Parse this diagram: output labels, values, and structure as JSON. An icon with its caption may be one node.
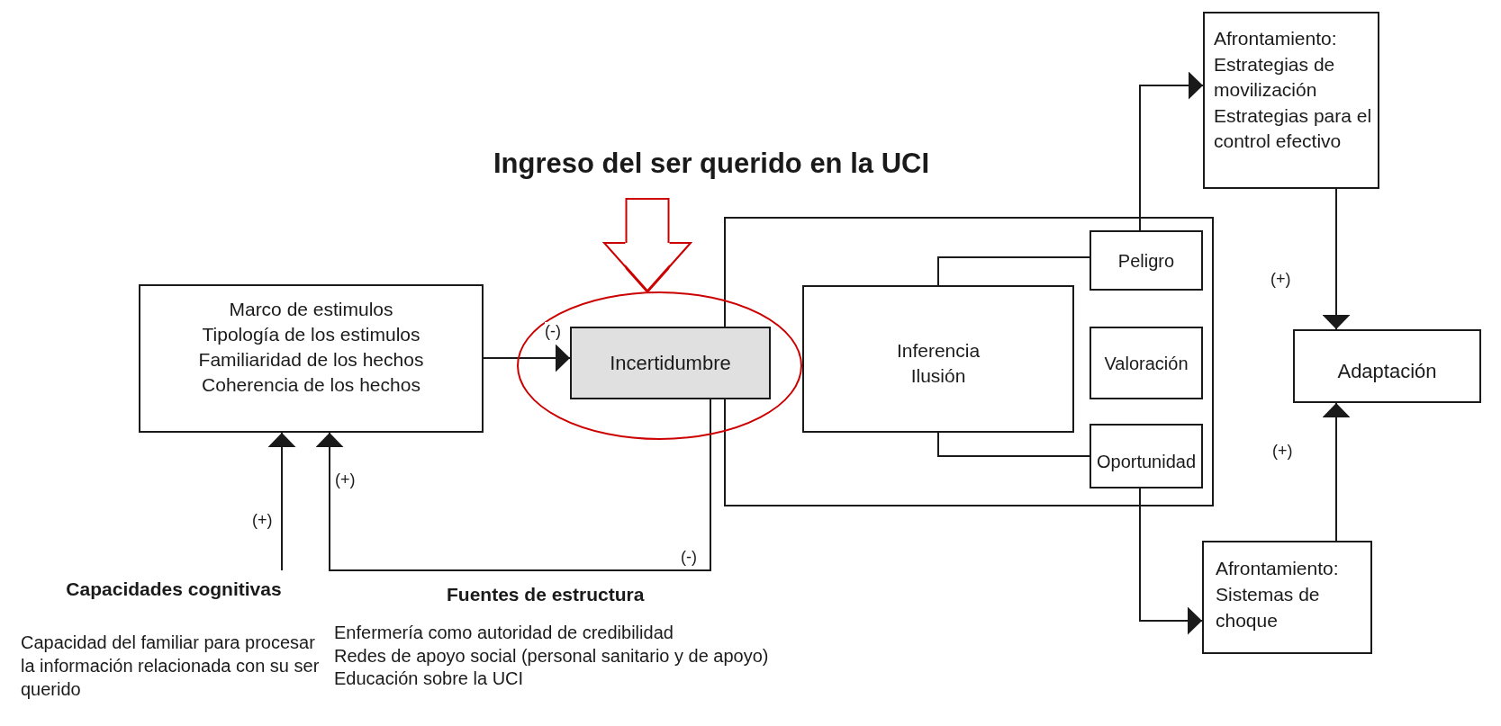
{
  "diagram": {
    "nodes": [
      {
        "text": [
          "Ingreso del ser querido en la UCI"
        ]
      },
      {
        "text": [
          "Marco de estimulos",
          "Tipología de los estimulos",
          "Familiaridad de los hechos",
          "Coherencia de los hechos"
        ]
      },
      {
        "text": [],
        "shape": "ellipse"
      },
      {
        "text": [
          "Incertidumbre"
        ],
        "in": 2
      },
      {
        "text": [],
        "shape": "box"
      },
      {
        "text": [
          "Inferencia",
          "Ilusión"
        ],
        "in": 4
      },
      {
        "text": [
          "Peligro"
        ],
        "in": 4
      },
      {
        "text": [
          "Valoración"
        ],
        "in": 4
      },
      {
        "text": [
          "Oportunidad"
        ],
        "in": 4
      },
      {
        "text": [
          "Afrontamiento:",
          "Estrategias de movilización",
          "Estrategias para el control efectivo"
        ]
      },
      {
        "text": [
          "Adaptación"
        ]
      },
      {
        "text": [
          "Afrontamiento:",
          "Sistemas de choque"
        ]
      },
      {
        "text": [
          "Capacidades cognitivas",
          "Capacidad del familiar para procesar la información relacionada con su ser querido"
        ]
      },
      {
        "text": [
          "Fuentes de estructura",
          "Enfermería como autoridad de credibilidad",
          "Redes de apoyo social (personal sanitario y de apoyo)",
          "Educación sobre la UCI"
        ]
      }
    ],
    "edges": [
      {
        "from": 0,
        "to": 2,
        "arrow": "to",
        "style": "thick",
        "color": "#cc0000"
      },
      {
        "from": 1,
        "to": 3,
        "arrow": "to",
        "label": "(-)"
      },
      {
        "from": 5,
        "to": 6,
        "arrow": "none"
      },
      {
        "from": 5,
        "to": 8,
        "arrow": "none"
      },
      {
        "from": 6,
        "to": 9,
        "arrow": "to"
      },
      {
        "from": 8,
        "to": 11,
        "arrow": "to"
      },
      {
        "from": 9,
        "to": 10,
        "arrow": "to",
        "label": "(+)"
      },
      {
        "from": 11,
        "to": 10,
        "arrow": "to",
        "label": "(+)"
      },
      {
        "from": 12,
        "to": 1,
        "arrow": "to",
        "label": "(+)"
      },
      {
        "from": 13,
        "to": 1,
        "arrow": "to",
        "label": "(+)"
      },
      {
        "from": 13,
        "to": 3,
        "arrow": "none",
        "label": "(-)"
      }
    ]
  }
}
